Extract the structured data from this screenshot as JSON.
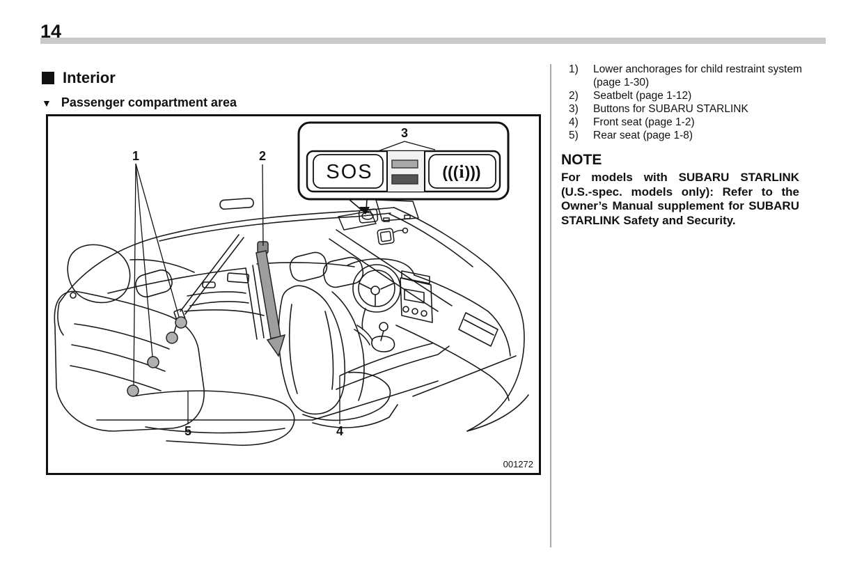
{
  "page": {
    "number": "14"
  },
  "section": {
    "title": "Interior"
  },
  "subsection": {
    "title": "Passenger compartment area"
  },
  "figure": {
    "id": "001272",
    "callouts": [
      "1",
      "2",
      "3",
      "4",
      "5"
    ],
    "sos_button_label": "SOS",
    "info_icon": {
      "left": "(((",
      "letter": "i",
      "right": ")))"
    }
  },
  "legend": {
    "items": [
      {
        "num": "1)",
        "text": "Lower anchorages for child restraint system (page 1-30)"
      },
      {
        "num": "2)",
        "text": "Seatbelt (page 1-12)"
      },
      {
        "num": "3)",
        "text": "Buttons for SUBARU STARLINK"
      },
      {
        "num": "4)",
        "text": "Front seat (page 1-2)"
      },
      {
        "num": "5)",
        "text": "Rear seat (page 1-8)"
      }
    ]
  },
  "note": {
    "heading": "NOTE",
    "body": "For models with SUBARU STARLINK (U.S.-spec. models only): Refer to the Owner’s Manual supplement for SUBARU STARLINK Safety and Security."
  },
  "colors": {
    "header_bar": "#c9c9c9",
    "divider": "#a8a8a8",
    "belt_gray": "#9e9e9e",
    "bar_light": "#a9a9a9",
    "bar_dark": "#555555"
  }
}
